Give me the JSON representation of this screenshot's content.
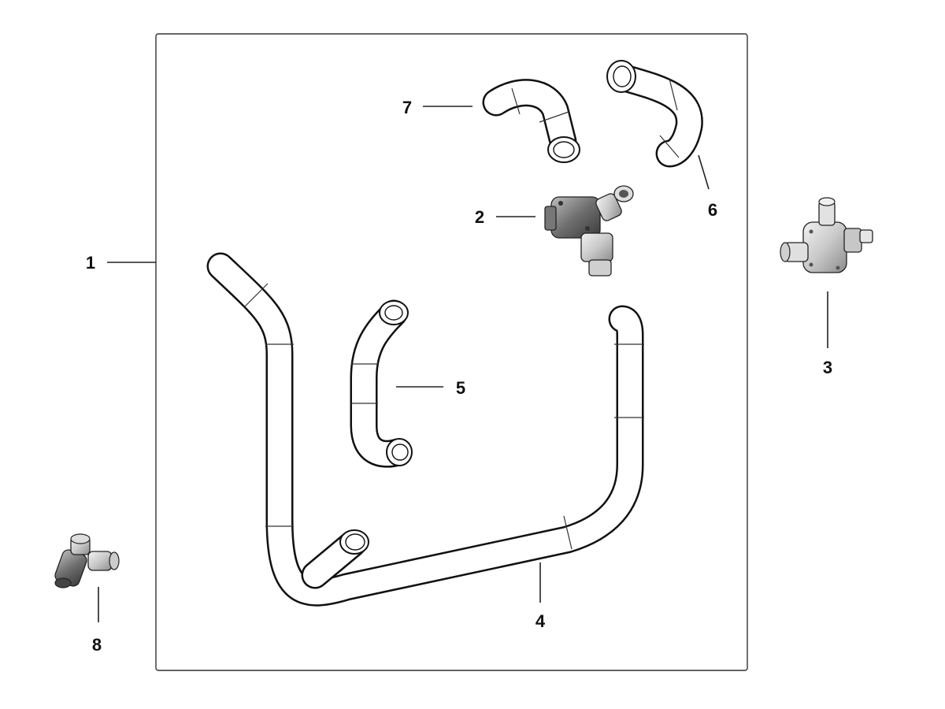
{
  "callouts": {
    "c1": "1",
    "c2": "2",
    "c3": "3",
    "c4": "4",
    "c5": "5",
    "c6": "6",
    "c7": "7",
    "c8": "8"
  },
  "colors": {
    "line": "#111111",
    "frame": "#333333",
    "metal_light": "#e6e6e6",
    "metal_mid": "#b5b5b5",
    "metal_dark": "#555555"
  }
}
